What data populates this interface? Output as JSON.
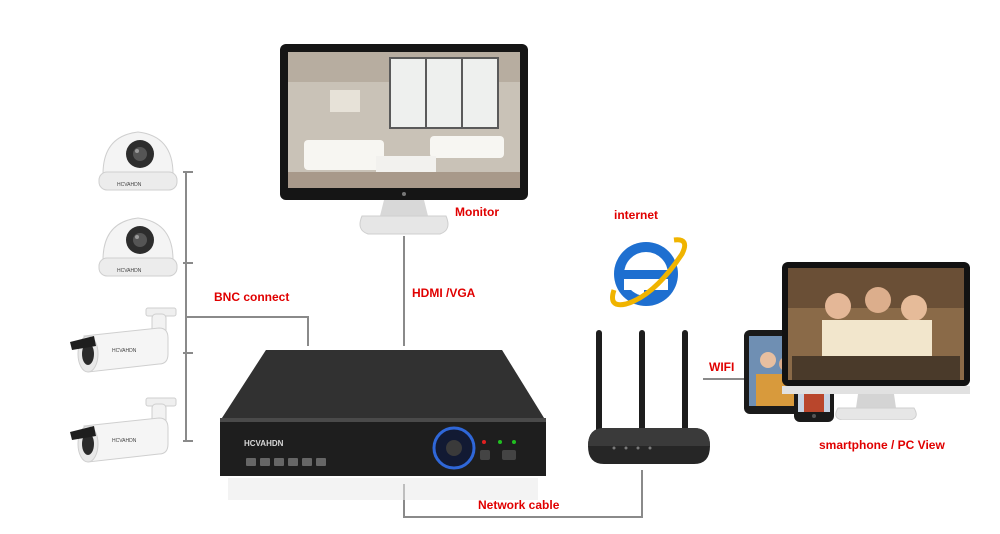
{
  "labels": {
    "monitor": "Monitor",
    "internet": "internet",
    "bnc": "BNC connect",
    "hdmi": "HDMI /VGA",
    "wifi": "WIFI",
    "network": "Network cable",
    "view": "smartphone / PC View"
  },
  "dvr": {
    "brand": "HCVAHDN"
  },
  "cameras": [
    {
      "type": "dome",
      "brand": "HCVAHDN"
    },
    {
      "type": "dome",
      "brand": "HCVAHDN"
    },
    {
      "type": "bullet",
      "brand": "HCVAHDN"
    },
    {
      "type": "bullet",
      "brand": "HCVAHDN"
    }
  ],
  "colors": {
    "label": "#e00000",
    "line": "#8a8a8a",
    "ie_blue": "#1e6fd0"
  },
  "icons": [
    "monitor-icon",
    "dvr-icon",
    "router-icon",
    "internet-explorer-icon",
    "tablet-icon",
    "smartphone-icon",
    "pc-icon"
  ]
}
